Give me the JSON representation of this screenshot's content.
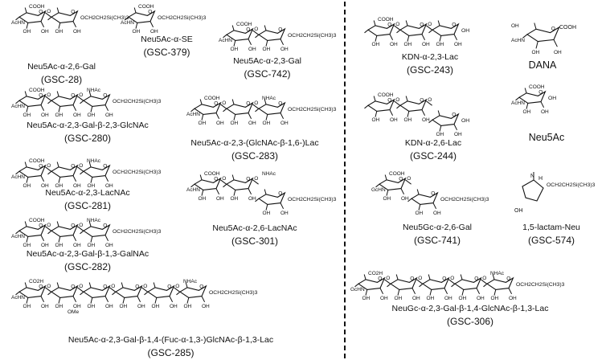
{
  "figure": {
    "structure_labels": {
      "acetamido": "AcHN",
      "glycolamido": "GcHN",
      "hydroxyl": "OH",
      "hydroxyl_left": "HO",
      "carboxyl": "COOH",
      "carboxyl_alt": "CO2H",
      "acetamide": "NHAc",
      "methyl": "OMe",
      "linker": "OCH2CH2Si(CH3)3",
      "oxygen": "O",
      "nitrogen": "N",
      "ring_hydrogen": "H"
    },
    "compounds": {
      "gsc28": {
        "name": "Neu5Ac-α-2,6-Gal",
        "code": "(GSC-28)"
      },
      "gsc379": {
        "name": "Neu5Ac-α-SE",
        "code": "(GSC-379)"
      },
      "gsc742": {
        "name": "Neu5Ac-α-2,3-Gal",
        "code": "(GSC-742)"
      },
      "gsc280": {
        "name": "Neu5Ac-α-2,3-Gal-β-2,3-GlcNAc",
        "code": "(GSC-280)"
      },
      "gsc283": {
        "name": "Neu5Ac-α-2,3-(GlcNAc-β-1,6-)Lac",
        "code": "(GSC-283)"
      },
      "gsc281": {
        "name": "Neu5Ac-α-2,3-LacNAc",
        "code": "(GSC-281)"
      },
      "gsc301": {
        "name": "Neu5Ac-α-2,6-LacNAc",
        "code": "(GSC-301)"
      },
      "gsc282": {
        "name": "Neu5Ac-α-2,3-Gal-β-1,3-GalNAc",
        "code": "(GSC-282)"
      },
      "gsc285": {
        "name": "Neu5Ac-α-2,3-Gal-β-1,4-(Fuc-α-1,3-)GlcNAc-β-1,3-Lac",
        "code": "(GSC-285)"
      },
      "gsc243": {
        "name": "KDN-α-2,3-Lac",
        "code": "(GSC-243)"
      },
      "dana": {
        "name": "DANA"
      },
      "gsc244": {
        "name": "KDN-α-2,6-Lac",
        "code": "(GSC-244)"
      },
      "neu5ac": {
        "name": "Neu5Ac"
      },
      "gsc741": {
        "name": "Neu5Gc-α-2,6-Gal",
        "code": "(GSC-741)"
      },
      "gsc574": {
        "name": "1,5-lactam-Neu",
        "code": "(GSC-574)"
      },
      "gsc306": {
        "name": "NeuGc-α-2,3-Gal-β-1,4-GlcNAc-β-1,3-Lac",
        "code": "(GSC-306)"
      }
    }
  }
}
